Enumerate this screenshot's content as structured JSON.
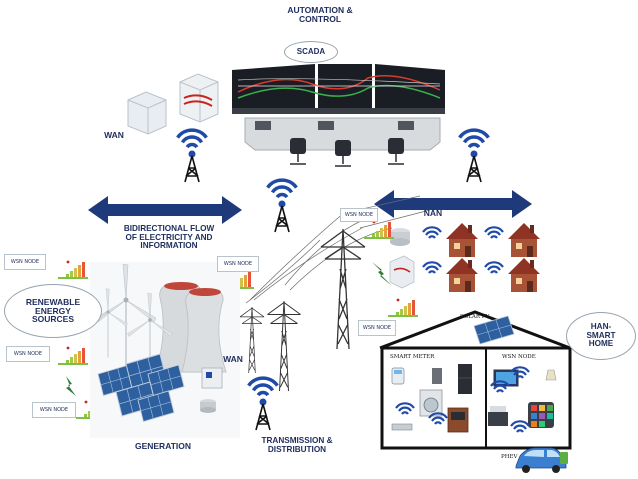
{
  "labels": {
    "automation": "AUTOMATION &\nCONTROL",
    "scada": "SCADA",
    "wan_left": "WAN",
    "nan": "NAN",
    "bidirectional": "BIDIRECTIONAL FLOW\nOF ELECTRICITY AND\nINFORMATION",
    "renewable": "RENEWABLE\nENERGY\nSOURCES",
    "wan_mid": "WAN",
    "han": "HAN-\nSMART\nHOME",
    "generation": "GENERATION",
    "transmission": "TRANSMISSION &\nDISTRIBUTION",
    "solar_pv": "SOLAR PV",
    "smart_meter": "SMART METER",
    "wsn_node_home": "WSN NODE",
    "phev": "PHEV"
  },
  "wsn_nodes": [
    "WSN NODE",
    "WSN NODE",
    "WSN NODE",
    "WSN NODE",
    "WSN NODE",
    "WSN NODE"
  ],
  "colors": {
    "text": "#1f2d5c",
    "arrow": "#1f3a7a",
    "screen": "#1a1d24",
    "house_roof": "#9b3b2a",
    "house_wall": "#a85238",
    "solar": "#2e5f9e",
    "tower": "#3a3a3a",
    "car": "#3b7fd1",
    "wifi": "#1f4aa8"
  },
  "icons": [
    "wifi-tower-icon",
    "server-icon",
    "house-icon",
    "transmission-tower-icon",
    "wind-turbine-icon",
    "cooling-tower-icon",
    "solar-panel-icon",
    "car-icon",
    "smart-meter-icon"
  ]
}
